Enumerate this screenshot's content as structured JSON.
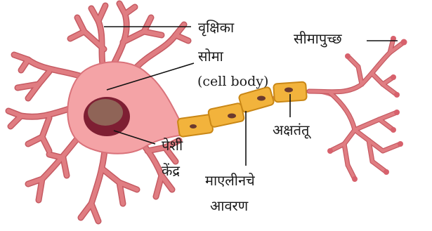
{
  "diagram": {
    "labels": {
      "dendrites": "वृक्षिका",
      "soma": "सोमा",
      "cell_body": "(cell body)",
      "nucleus_line1": "पेशी",
      "nucleus_line2": "केंद्र",
      "myelin_line1": "माएलीनचे",
      "myelin_line2": "आवरण",
      "axon": "अक्षतंतू",
      "axon_terminal": "सीमापुच्छ"
    },
    "colors": {
      "cell_body": "#f4a3a6",
      "cell_body_edge": "#d9727a",
      "nucleus": "#7e1f33",
      "nucleolus": "#8f6457",
      "myelin": "#f2b33c",
      "myelin_edge": "#c98716",
      "axon_terminal_tip": "#d7616c"
    }
  }
}
